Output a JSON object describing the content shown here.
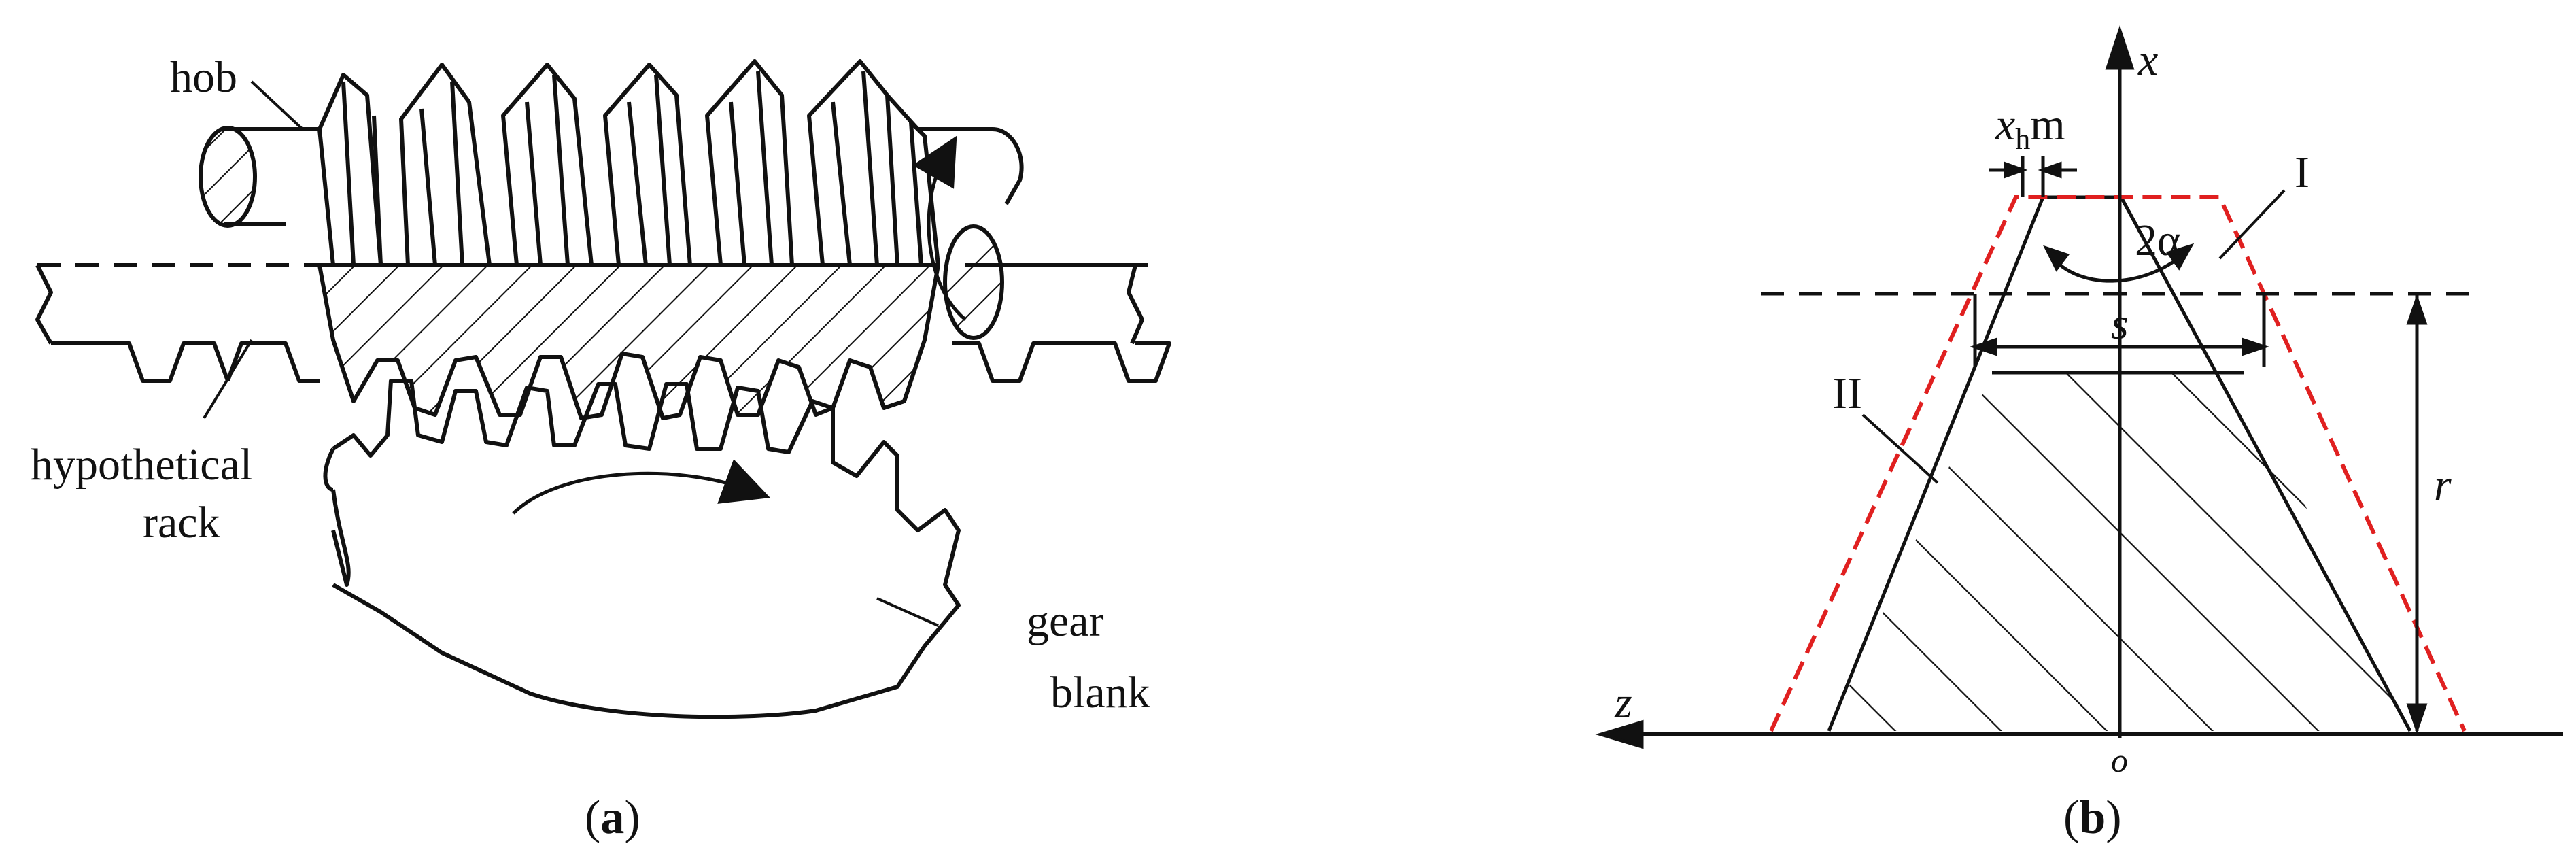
{
  "panel_a": {
    "caption": "(a)",
    "caption_letter": "a",
    "labels": {
      "hob": "hob",
      "hypothetical_line1": "hypothetical",
      "hypothetical_line2": "rack",
      "gear_line1": "gear",
      "gear_line2": "blank"
    }
  },
  "panel_b": {
    "caption": "(b)",
    "caption_letter": "b",
    "labels": {
      "axis_x": "x",
      "axis_z": "z",
      "origin": "o",
      "shift_x": "x",
      "shift_sub": "h",
      "shift_m": "m",
      "angle": "2α",
      "thickness": "s",
      "radius": "r",
      "profile_I": "I",
      "profile_II": "II"
    },
    "colors": {
      "profile_II": "#e02020",
      "line": "#111111"
    }
  }
}
